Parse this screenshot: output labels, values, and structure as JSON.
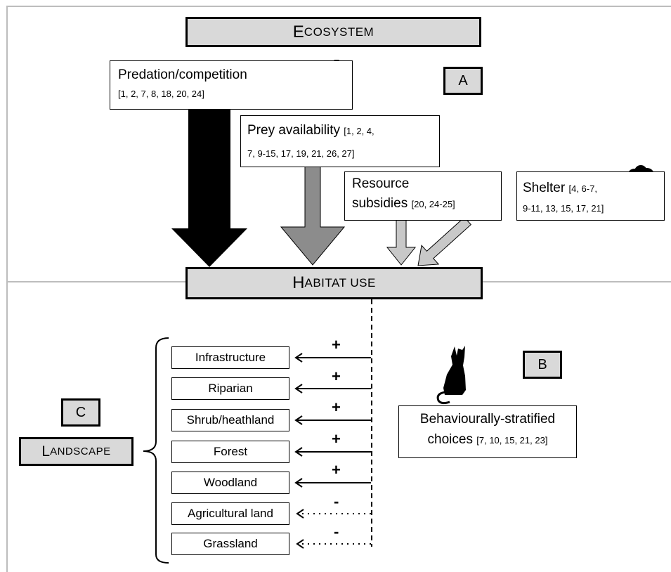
{
  "headers": {
    "ecosystem": {
      "first": "E",
      "rest": "COSYSTEM"
    },
    "habitat": {
      "first": "H",
      "rest": "ABITAT USE"
    },
    "landscape": {
      "first": "L",
      "rest": "ANDSCAPE"
    }
  },
  "panels": {
    "a": "A",
    "b": "B",
    "c": "C"
  },
  "factors": {
    "predation": {
      "title": "Predation/competition",
      "refs": "[1, 2, 7, 8, 18, 20, 24]",
      "icon": "dog-icon"
    },
    "prey": {
      "title": "Prey availability",
      "refs1": "[1, 2, 4,",
      "refs2": "7, 9-15, 17, 19, 21, 26, 27]",
      "icon": "rabbit-icon"
    },
    "resource": {
      "title1": "Resource",
      "title2": "subsidies",
      "refs": "[20, 24-25]",
      "icon": "person-icon"
    },
    "shelter": {
      "title": "Shelter",
      "refs1": "[4, 6-7,",
      "refs2": "9-11, 13, 15, 17, 21]",
      "icon": "tree-icon"
    }
  },
  "behaviour": {
    "line1": "Behaviourally-stratified",
    "line2": "choices",
    "refs": "[7, 10, 15, 21, 23]",
    "icon": "cat-icon"
  },
  "habitats": [
    {
      "label": "Infrastructure",
      "sign": "+"
    },
    {
      "label": "Riparian",
      "sign": "+"
    },
    {
      "label": "Shrub/heathland",
      "sign": "+"
    },
    {
      "label": "Forest",
      "sign": "+"
    },
    {
      "label": "Woodland",
      "sign": "+"
    },
    {
      "label": "Agricultural land",
      "sign": "-"
    },
    {
      "label": "Grassland",
      "sign": "-"
    }
  ]
}
